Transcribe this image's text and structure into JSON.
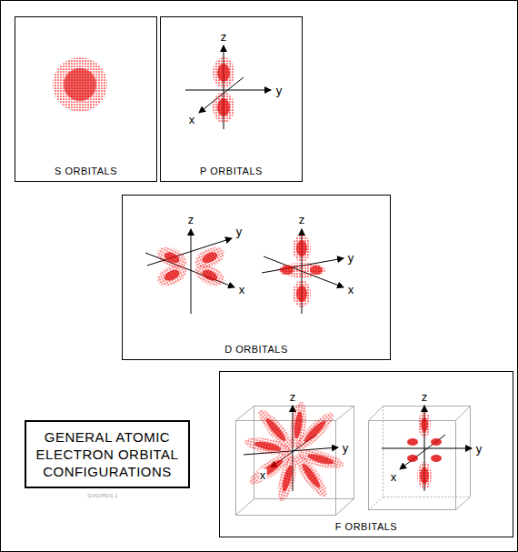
{
  "diagram": {
    "nodes": [
      {
        "text": [
          "S ORBITALS"
        ]
      },
      {
        "text": [
          "P ORBITALS"
        ]
      },
      {
        "text": [
          "D ORBITALS"
        ]
      },
      {
        "text": [
          "GENERAL ATOMIC ELECTRON ORBITAL CONFIGURATIONS"
        ]
      },
      {
        "text": [
          "F ORBITALS"
        ]
      }
    ],
    "labels": [
      "z",
      "y",
      "x",
      "z",
      "y",
      "x",
      "z",
      "y",
      "x",
      "z",
      "y",
      "x",
      "z",
      "y",
      "x",
      "GVG/PD/1.1"
    ]
  }
}
